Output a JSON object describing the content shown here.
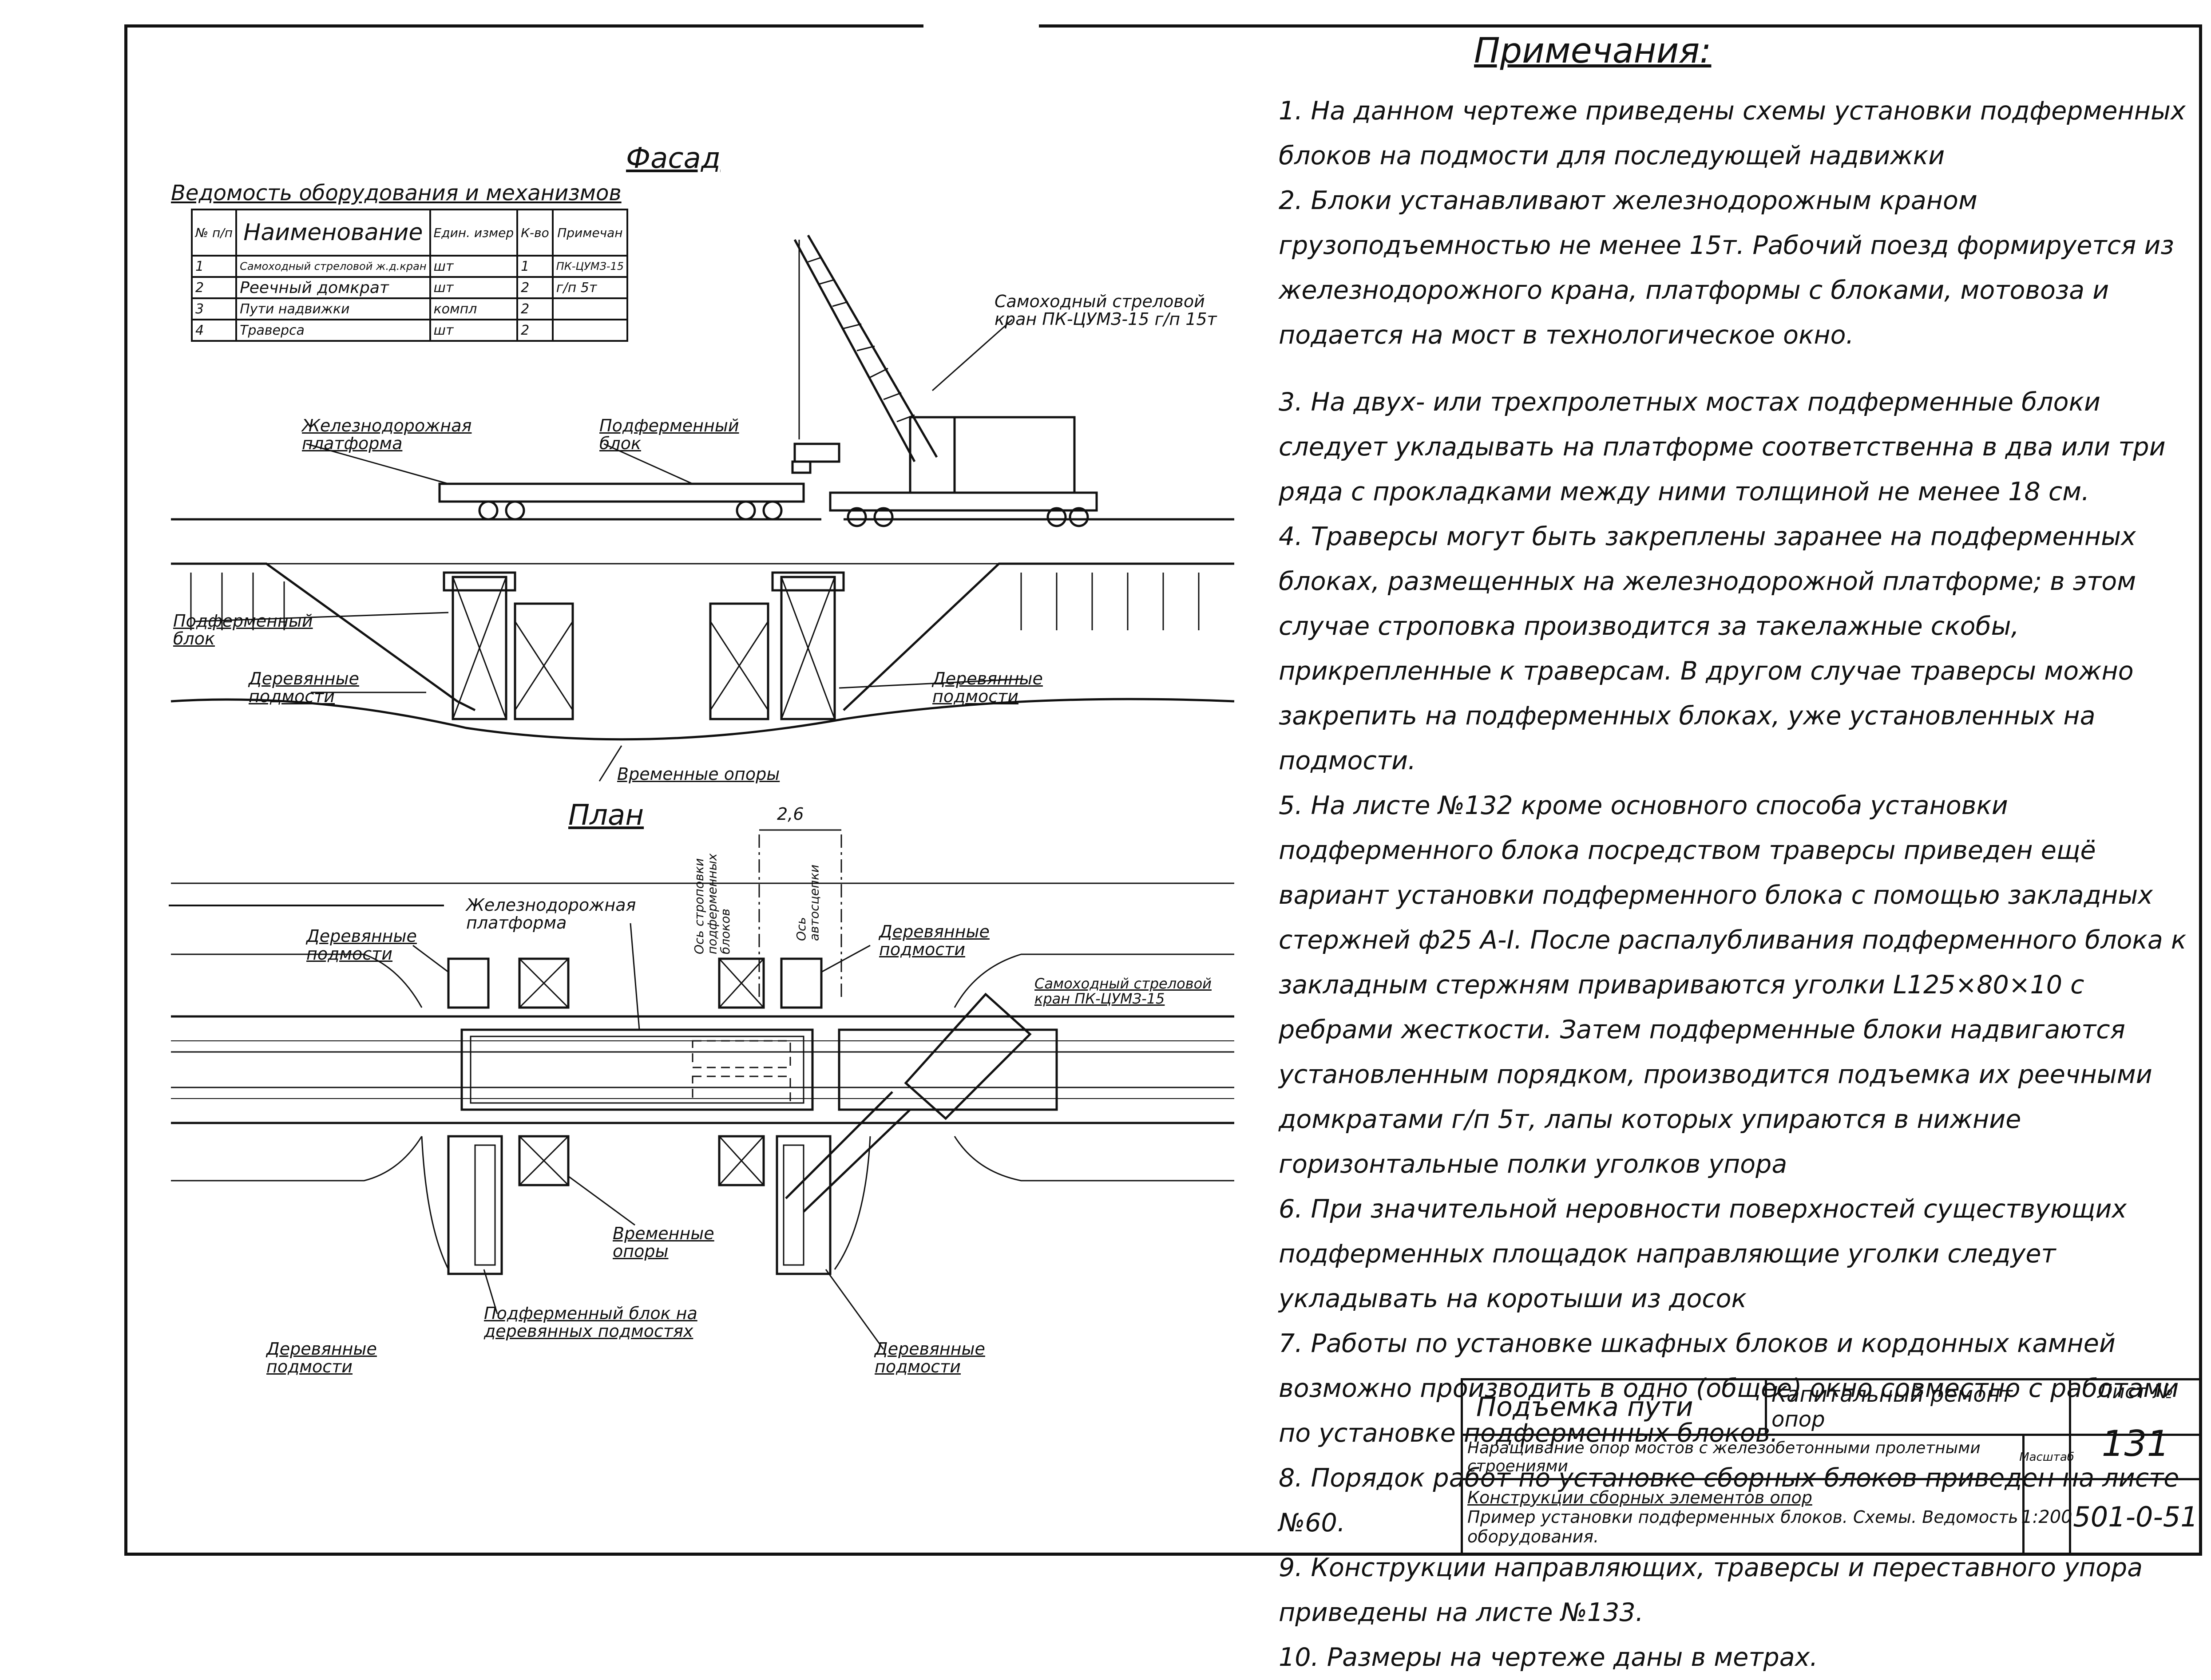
{
  "facade": {
    "title": "Фасад"
  },
  "plan": {
    "title": "План"
  },
  "equipment": {
    "caption": "Ведомость оборудования и механизмов",
    "headers": {
      "num": "№ п/п",
      "name": "Наименование",
      "unit": "Един. измер",
      "qty": "К-во",
      "note": "Примечан"
    },
    "rows": [
      {
        "num": "1",
        "name": "Самоходный стреловой ж.д.кран",
        "unit": "шт",
        "qty": "1",
        "note": "ПК-ЦУМЗ-15"
      },
      {
        "num": "2",
        "name": "Реечный домкрат",
        "unit": "шт",
        "qty": "2",
        "note": "г/п 5т"
      },
      {
        "num": "3",
        "name": "Пути надвижки",
        "unit": "компл",
        "qty": "2",
        "note": ""
      },
      {
        "num": "4",
        "name": "Траверса",
        "unit": "шт",
        "qty": "2",
        "note": ""
      }
    ]
  },
  "facade_labels": {
    "crane": "Самоходный стреловой кран ПК-ЦУМЗ-15 г/п 15т",
    "platform": "Железнодорожная платформа",
    "block_top": "Подферменный блок",
    "block_left": "Подферменный блок",
    "scaffold_left": "Деревянные подмости",
    "scaffold_right": "Деревянные подмости",
    "temp_supports": "Временные опоры"
  },
  "plan_labels": {
    "platform": "Железнодорожная платформа",
    "scaffold_tl": "Деревянные подмости",
    "scaffold_tr": "Деревянные подмости",
    "crane": "Самоходный стреловой кран ПК-ЦУМЗ-15",
    "axis_slinging": "Ось строповки подферменных блоков",
    "axis_coupling": "Ось автосцепки",
    "dim": "2,6",
    "temp_supports": "Временные опоры",
    "block_on_scaffold": "Подферменный блок на деревянных подмостях",
    "scaffold_bl": "Деревянные подмости",
    "scaffold_br": "Деревянные подмости"
  },
  "notes": {
    "title": "Примечания:",
    "items": [
      "1. На данном чертеже приведены схемы установки подферменных блоков на подмости для последующей надвижки",
      "2. Блоки устанавливают железнодорожным краном грузоподъемностью не менее 15т. Рабочий поезд формируется из железнодорожного крана, платформы с блоками, мотовоза и подается на мост в технологическое окно.",
      "3. На двух- или трехпролетных мостах подферменные блоки следует укладывать на платформе соответственна в два или три ряда с прокладками между ними толщиной не менее 18 см.",
      "4. Траверсы могут быть закреплены заранее на подферменных блоках, размещенных на железнодорожной платформе; в этом случае строповка производится за такелажные скобы, прикрепленные к траверсам. В другом случае траверсы можно закрепить на подферменных блоках, уже установленных на подмости.",
      "5. На листе №132 кроме основного способа установки подферменного блока посредством траверсы приведен ещё вариант установки подферменного блока с помощью закладных стержней ф25 А-I. После распалубливания подферменного блока к закладным стержням привариваются уголки L125×80×10 с ребрами жесткости. Затем подферменные блоки надвигаются установленным порядком, производится подъемка их реечными домкратами г/п 5т, лапы которых упираются в нижние горизонтальные полки уголков упора",
      "6. При значительной неровности поверхностей существующих подферменных площадок направляющие уголки следует укладывать на коротыши из досок",
      "7. Работы по установке шкафных блоков и кордонных камней возможно производить в одно (общее) окно совместно с работами по установке подферменных блоков.",
      "8. Порядок работ по установке сборных блоков приведен на листе №60.",
      "9. Конструкции направляющих, траверсы и переставного упора приведены на листе №133.",
      "10. Размеры на чертеже даны в метрах."
    ]
  },
  "title_block": {
    "topic": "Подъемка пути",
    "category": "Капитальный ремонт опор",
    "sheet_label": "Лист №",
    "sheet_no": "131",
    "line1": "Наращивание опор мостов с железобетонными пролетными строениями",
    "scale_label": "Масштаб",
    "scale": "1:200",
    "line2": "Конструкции сборных элементов опор",
    "line3": "Пример установки подферменных блоков. Схемы. Ведомость оборудования.",
    "code": "501-0-51"
  }
}
